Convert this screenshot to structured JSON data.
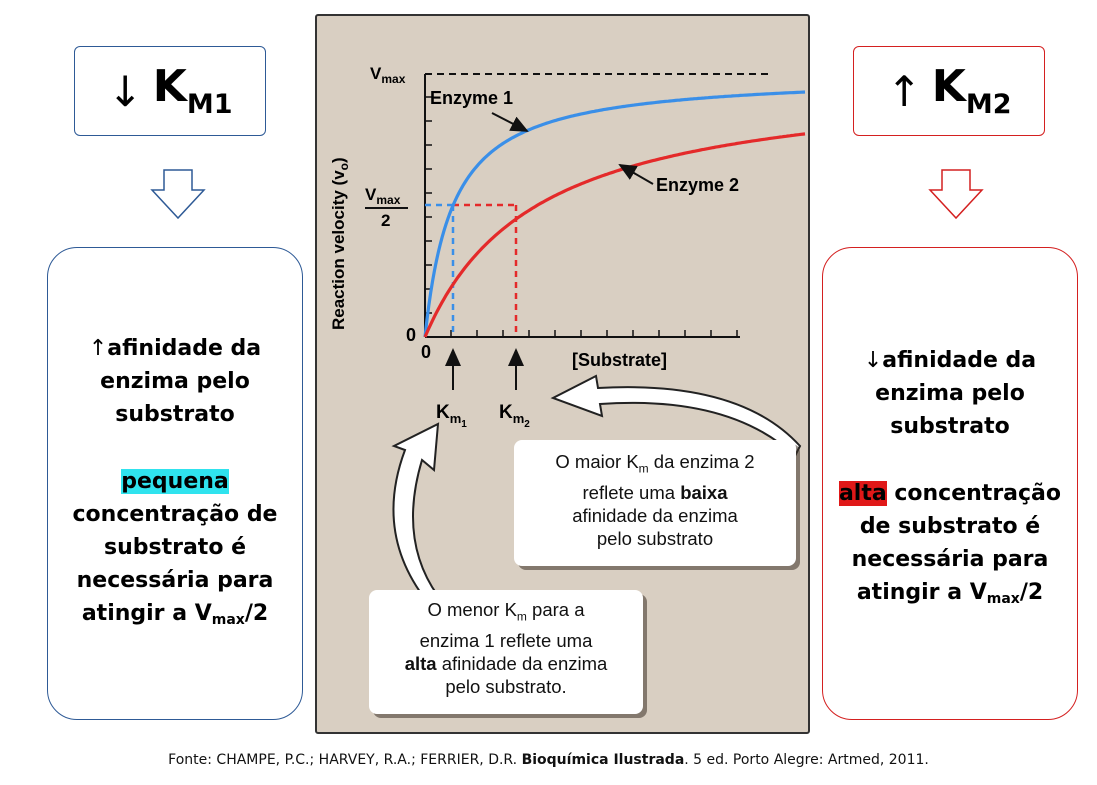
{
  "left": {
    "km_label": "K",
    "km_sub": "M1",
    "arrow_glyph": "↓",
    "line1_glyph": "↑",
    "line1": "afinidade da",
    "line2": "enzima pelo",
    "line3": "substrato",
    "highlight": "pequena",
    "line4": "concentração de",
    "line5": "substrato é",
    "line6": "necessária para",
    "line7a": "atingir a V",
    "line7sub": "max",
    "line7b": "/2"
  },
  "right": {
    "km_label": "K",
    "km_sub": "M2",
    "arrow_glyph": "↑",
    "line1_glyph": "↓",
    "line1": "afinidade da",
    "line2": "enzima pelo",
    "line3": "substrato",
    "highlight": "alta",
    "line4": " concentração",
    "line5": "de substrato é",
    "line6": "necessária para",
    "line7a": "atingir a V",
    "line7sub": "max",
    "line7b": "/2"
  },
  "colors": {
    "enzyme1": "#3a8fe8",
    "enzyme2": "#e42a2a",
    "figure_bg": "#d9cfc2",
    "left_accent": "#2e5a96",
    "right_accent": "#d42020"
  },
  "chart_data": {
    "type": "line",
    "title": "",
    "xlabel": "[Substrate]",
    "ylabel": "Reaction velocity (v",
    "ylabel_sub": "o",
    "ylabel_end": ")",
    "vmax_label": "V",
    "vmax_sub": "max",
    "half_top": "V",
    "half_top_sub": "max",
    "half_bottom": "2",
    "y_zero": "0",
    "x_zero": "0",
    "km1_label": "K",
    "km1_sub1": "m",
    "km1_sub2": "1",
    "km2_label": "K",
    "km2_sub1": "m",
    "km2_sub2": "2",
    "vmax": 1,
    "km_values": [
      0.1,
      0.4
    ],
    "xlim": [
      0,
      4.5
    ],
    "series": [
      {
        "name": "Enzyme 1",
        "km": 0.1,
        "color": "#3a8fe8"
      },
      {
        "name": "Enzyme 2",
        "km": 0.4,
        "color": "#e42a2a"
      }
    ]
  },
  "callouts": {
    "c2_line1a": "O maior K",
    "c2_line1sub": "m",
    "c2_line1b": " da enzima 2",
    "c2_line2a": "reflete uma ",
    "c2_line2bold": "baixa",
    "c2_line3": "afinidade da enzima",
    "c2_line4": "pelo substrato",
    "c1_line1a": "O menor K",
    "c1_line1sub": "m",
    "c1_line1b": " para a",
    "c1_line2": "enzima 1 reflete uma",
    "c1_line3bold": "alta",
    "c1_line3b": " afinidade da enzima",
    "c1_line4": "pelo substrato."
  },
  "source": {
    "prefix": "Fonte: CHAMPE, P.C.; HARVEY, R.A.; FERRIER, D.R. ",
    "bold": "Bioquímica Ilustrada",
    "suffix": ". 5 ed. Porto Alegre: Artmed, 2011."
  }
}
